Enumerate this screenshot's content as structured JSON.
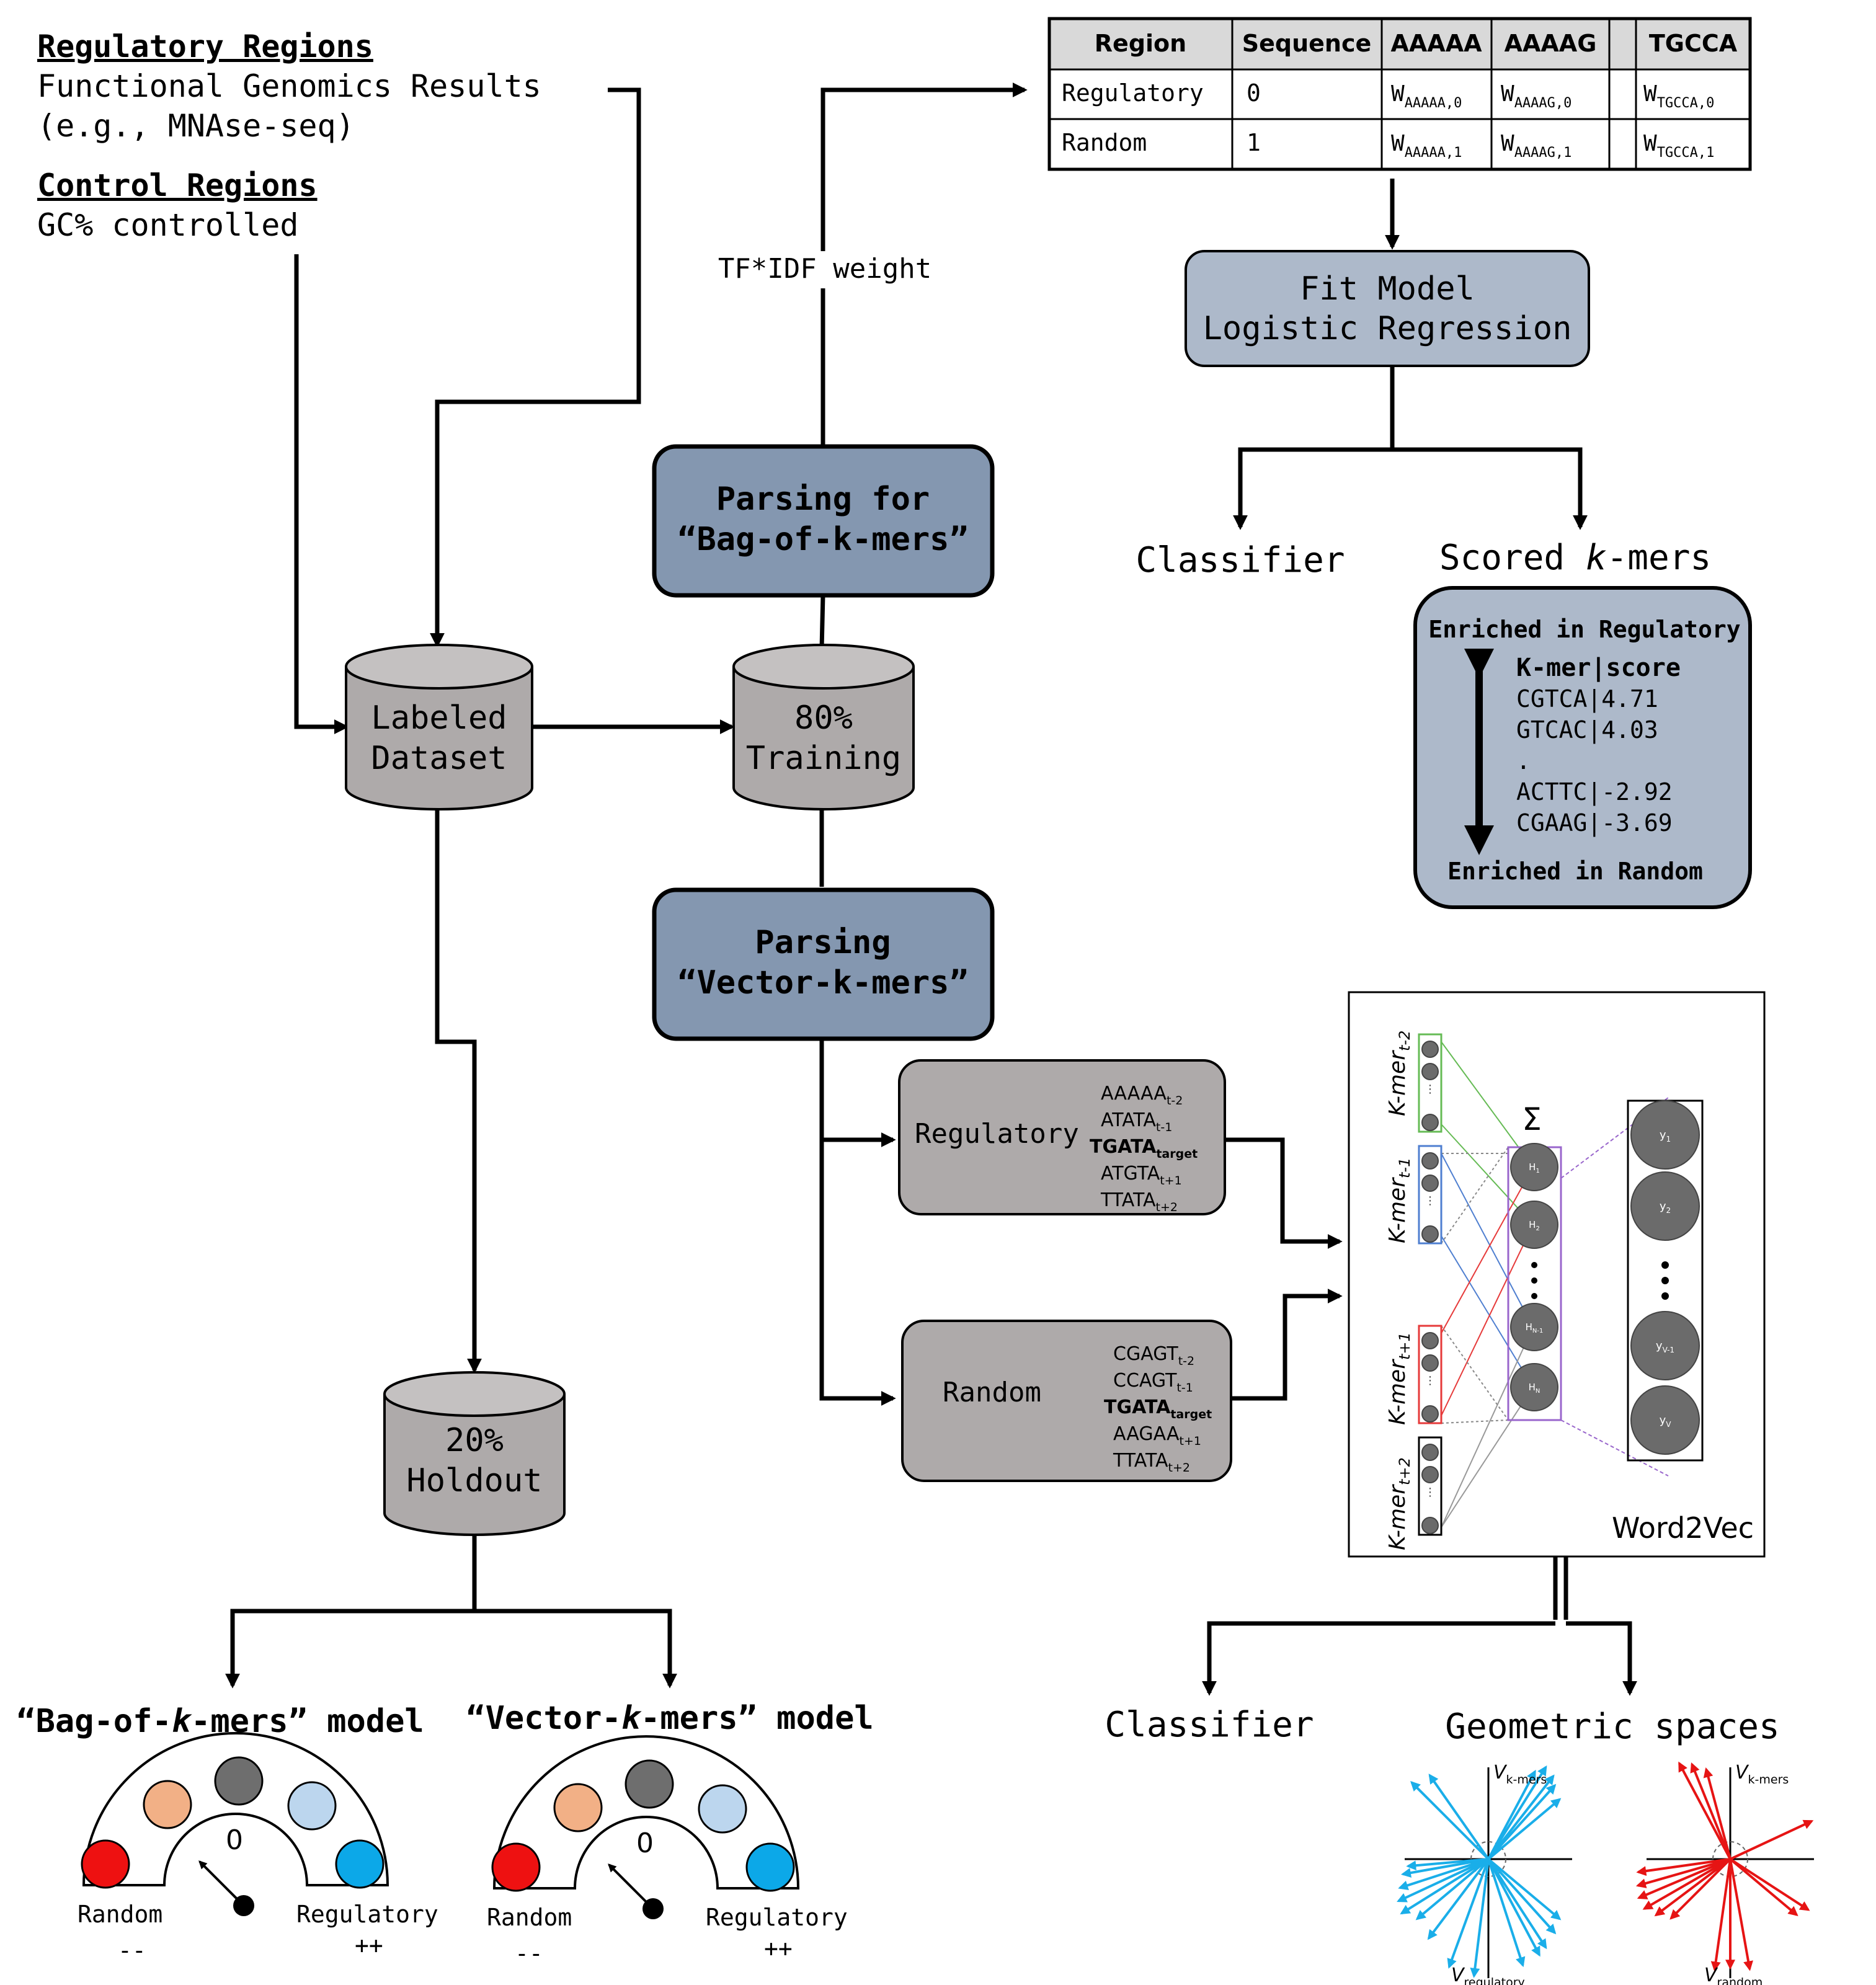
{
  "inputs": {
    "regulatory_heading": "Regulatory Regions",
    "regulatory_line1": "Functional Genomics Results",
    "regulatory_line2": "(e.g., MNAse-seq)",
    "control_heading": "Control Regions",
    "control_line1": "GC% controlled"
  },
  "datasets": {
    "labeled": [
      "Labeled",
      "Dataset"
    ],
    "training": [
      "80%",
      "Training"
    ],
    "holdout": [
      "20%",
      "Holdout"
    ]
  },
  "parsing": {
    "bag": [
      "Parsing for",
      "“Bag-of-k-mers”"
    ],
    "vector": [
      "Parsing",
      "“Vector-k-mers”"
    ]
  },
  "tfidf_label": "TF*IDF weight",
  "table": {
    "headers": [
      "Region",
      "Sequence",
      "AAAAA",
      "AAAAG",
      "",
      "TGCCA"
    ],
    "rows": [
      {
        "region": "Regulatory",
        "sequence": "0",
        "w": [
          [
            "W",
            "AAAAA,0"
          ],
          [
            "W",
            "AAAAG,0"
          ],
          [
            "W",
            "TGCCA,0"
          ]
        ]
      },
      {
        "region": "Random",
        "sequence": "1",
        "w": [
          [
            "W",
            "AAAAA,1"
          ],
          [
            "W",
            "AAAAG,1"
          ],
          [
            "W",
            "TGCCA,1"
          ]
        ]
      }
    ]
  },
  "fit_model": [
    "Fit Model",
    "Logistic Regression"
  ],
  "bag_outputs": {
    "classifier": "Classifier",
    "scored_pre": "Scored ",
    "scored_k": "k",
    "scored_post": "-mers"
  },
  "scored_box": {
    "top": "Enriched in Regulatory",
    "header": "K-mer|score",
    "rows": [
      "CGTCA|4.71",
      "GTCAC|4.03",
      ".",
      "ACTTC|-2.92",
      "CGAAG|-3.69"
    ],
    "bottom": "Enriched in Random"
  },
  "context_boxes": {
    "regulatory": {
      "label": "Regulatory",
      "kmers": [
        [
          "AAAAA",
          "t-2"
        ],
        [
          "ATATA",
          "t-1"
        ],
        [
          "TGATA",
          "target"
        ],
        [
          "ATGTA",
          "t+1"
        ],
        [
          "TTATA",
          "t+2"
        ]
      ]
    },
    "random": {
      "label": "Random",
      "kmers": [
        [
          "CGAGT",
          "t-2"
        ],
        [
          "CCAGT",
          "t-1"
        ],
        [
          "TGATA",
          "target"
        ],
        [
          "AAGAA",
          "t+1"
        ],
        [
          "TTATA",
          "t+2"
        ]
      ]
    }
  },
  "word2vec": {
    "title": "Word2Vec",
    "sigma": "Σ",
    "kmer_prefix": "K-mer",
    "input_subs": [
      "t-2",
      "t-1",
      "t+1",
      "t+2"
    ],
    "hidden_labels": [
      [
        "H",
        "1"
      ],
      [
        "H",
        "2"
      ],
      [
        "H",
        "N-1"
      ],
      [
        "H",
        "N"
      ]
    ],
    "output_labels": [
      [
        "y",
        "1"
      ],
      [
        "y",
        "2"
      ],
      [
        "y",
        "V-1"
      ],
      [
        "y",
        "V"
      ]
    ]
  },
  "w2v_outputs": {
    "classifier": "Classifier",
    "geometric": "Geometric spaces",
    "axis_top": [
      "V",
      "k-mers"
    ],
    "axis_bottom_regulatory": [
      "V",
      "regulatory"
    ],
    "axis_bottom_random": [
      "V",
      "random"
    ]
  },
  "models": {
    "bag": {
      "pre": "“Bag-of-",
      "k": "k",
      "post": "-mers” model"
    },
    "vector": {
      "pre": "“Vector-",
      "k": "k",
      "post": "-mers” model"
    }
  },
  "gauge": {
    "zero": "0",
    "left_label": "Random",
    "right_label": "Regulatory",
    "left_sign": "--",
    "right_sign": "++",
    "dot_colors": [
      "#ee1111",
      "#f2b086",
      "#6e6e6e",
      "#bcd6ee",
      "#0ca8e8"
    ]
  },
  "colors": {
    "parsing_fill": "#8497b0",
    "model_fill": "#adb9ca",
    "cylinder_fill": "#aeaaaa",
    "context_fill": "#aeaaaa",
    "vec_regulatory": "#1aaee9",
    "vec_random": "#e61414",
    "cluster_t2": "#66bb55",
    "cluster_t1": "#4f7fd0",
    "cluster_t1b": "#e63a3a",
    "cluster_hidden": "#9966cc"
  }
}
